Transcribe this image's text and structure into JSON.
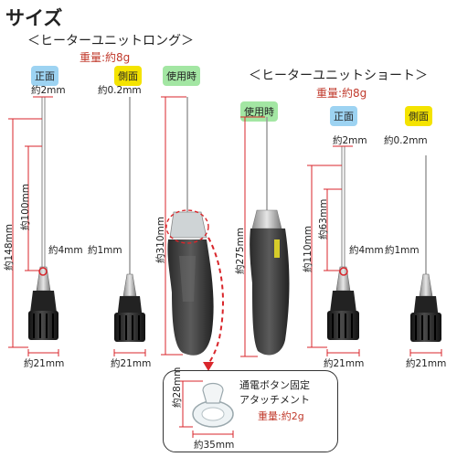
{
  "title": "サイズ",
  "long": {
    "header": "＜ヒーターユニットロング＞",
    "weight": "重量:約8g",
    "front_badge": "正面",
    "side_badge": "側面",
    "inuse_badge": "使用時",
    "tip_front": "約2mm",
    "tip_side": "約0.2mm",
    "len_total": "約148mm",
    "len_needle": "約100mm",
    "neck_front": "約4mm",
    "neck_side": "約1mm",
    "base_front": "約21mm",
    "base_side": "約21mm",
    "len_inuse": "約310mm"
  },
  "short": {
    "header": "＜ヒーターユニットショート＞",
    "weight": "重量:約8g",
    "inuse_badge": "使用時",
    "front_badge": "正面",
    "side_badge": "側面",
    "tip_front": "約2mm",
    "tip_side": "約0.2mm",
    "len_inuse": "約275mm",
    "len_total": "約110mm",
    "len_needle": "約63mm",
    "neck_front": "約4mm",
    "neck_side": "約1mm",
    "base_front": "約21mm",
    "base_side": "約21mm"
  },
  "attachment": {
    "line1": "通電ボタン固定",
    "line2": "アタッチメント",
    "weight": "重量:約2g",
    "height": "約28mm",
    "width": "約35mm"
  },
  "colors": {
    "blue_badge": "#9dd3f2",
    "yellow_badge": "#f4e300",
    "green_badge": "#a3e6a3",
    "dimension_red": "#d9262b"
  }
}
